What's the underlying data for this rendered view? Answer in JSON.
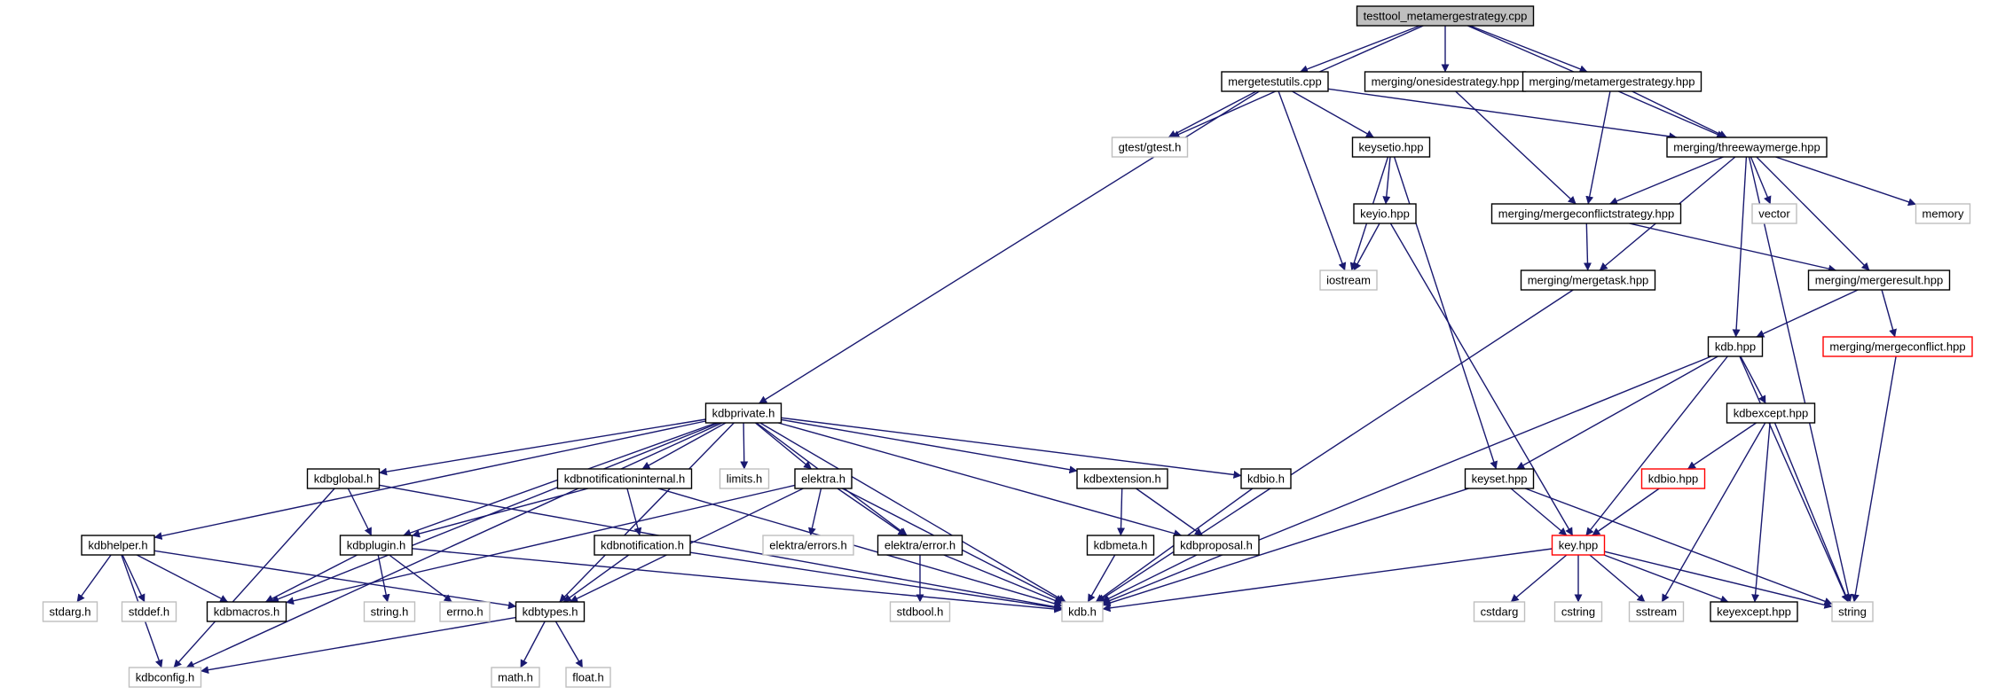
{
  "colors": {
    "edge": "#191970",
    "focus_fill": "#bfbfbf",
    "node_border": "#000000",
    "external_border": "#bfbfbf",
    "truncated_border": "#ff0000",
    "background": "#ffffff"
  },
  "nodes": [
    {
      "id": "testtool",
      "label": "testtool_metamergestrategy.cpp",
      "kind": "focus"
    },
    {
      "id": "mergetestutils",
      "label": "mergetestutils.cpp",
      "kind": "normal"
    },
    {
      "id": "onesidestrategy",
      "label": "merging/onesidestrategy.hpp",
      "kind": "normal"
    },
    {
      "id": "metamergestrategy",
      "label": "merging/metamergestrategy.hpp",
      "kind": "normal"
    },
    {
      "id": "gtest",
      "label": "gtest/gtest.h",
      "kind": "external"
    },
    {
      "id": "threewaymerge",
      "label": "merging/threewaymerge.hpp",
      "kind": "normal"
    },
    {
      "id": "keysetio",
      "label": "keysetio.hpp",
      "kind": "normal"
    },
    {
      "id": "mergeconflictstrategy",
      "label": "merging/mergeconflictstrategy.hpp",
      "kind": "normal"
    },
    {
      "id": "vector",
      "label": "vector",
      "kind": "external"
    },
    {
      "id": "memory",
      "label": "memory",
      "kind": "external"
    },
    {
      "id": "keyio",
      "label": "keyio.hpp",
      "kind": "normal"
    },
    {
      "id": "iostream",
      "label": "iostream",
      "kind": "external"
    },
    {
      "id": "mergetask",
      "label": "merging/mergetask.hpp",
      "kind": "normal"
    },
    {
      "id": "mergeresult",
      "label": "merging/mergeresult.hpp",
      "kind": "normal"
    },
    {
      "id": "kdbhpp",
      "label": "kdb.hpp",
      "kind": "normal"
    },
    {
      "id": "mergeconflict",
      "label": "merging/mergeconflict.hpp",
      "kind": "truncated"
    },
    {
      "id": "kdbprivate",
      "label": "kdbprivate.h",
      "kind": "normal"
    },
    {
      "id": "kdbexcept",
      "label": "kdbexcept.hpp",
      "kind": "normal"
    },
    {
      "id": "kdbglobal",
      "label": "kdbglobal.h",
      "kind": "normal"
    },
    {
      "id": "kdbnotificationinternal",
      "label": "kdbnotificationinternal.h",
      "kind": "normal"
    },
    {
      "id": "limits",
      "label": "limits.h",
      "kind": "external"
    },
    {
      "id": "elektrah",
      "label": "elektra.h",
      "kind": "normal"
    },
    {
      "id": "kdbextension",
      "label": "kdbextension.h",
      "kind": "normal"
    },
    {
      "id": "kdbio",
      "label": "kdbio.h",
      "kind": "normal"
    },
    {
      "id": "keyset",
      "label": "keyset.hpp",
      "kind": "normal"
    },
    {
      "id": "kdbiohpp",
      "label": "kdbio.hpp",
      "kind": "truncated"
    },
    {
      "id": "kdbhelper",
      "label": "kdbhelper.h",
      "kind": "normal"
    },
    {
      "id": "kdbplugin",
      "label": "kdbplugin.h",
      "kind": "normal"
    },
    {
      "id": "kdbnotification",
      "label": "kdbnotification.h",
      "kind": "normal"
    },
    {
      "id": "elektraerrors",
      "label": "elektra/errors.h",
      "kind": "external"
    },
    {
      "id": "elektraerror",
      "label": "elektra/error.h",
      "kind": "normal"
    },
    {
      "id": "kdbmeta",
      "label": "kdbmeta.h",
      "kind": "normal"
    },
    {
      "id": "kdbproposal",
      "label": "kdbproposal.h",
      "kind": "normal"
    },
    {
      "id": "keyhpp",
      "label": "key.hpp",
      "kind": "truncated"
    },
    {
      "id": "stdarg",
      "label": "stdarg.h",
      "kind": "external"
    },
    {
      "id": "stddef",
      "label": "stddef.h",
      "kind": "external"
    },
    {
      "id": "kdbmacros",
      "label": "kdbmacros.h",
      "kind": "normal"
    },
    {
      "id": "stringh",
      "label": "string.h",
      "kind": "external"
    },
    {
      "id": "errno",
      "label": "errno.h",
      "kind": "external"
    },
    {
      "id": "kdbtypes",
      "label": "kdbtypes.h",
      "kind": "normal"
    },
    {
      "id": "stdbool",
      "label": "stdbool.h",
      "kind": "external"
    },
    {
      "id": "kdbh",
      "label": "kdb.h",
      "kind": "external"
    },
    {
      "id": "cstdarg",
      "label": "cstdarg",
      "kind": "external"
    },
    {
      "id": "cstring",
      "label": "cstring",
      "kind": "external"
    },
    {
      "id": "sstream",
      "label": "sstream",
      "kind": "external"
    },
    {
      "id": "keyexcept",
      "label": "keyexcept.hpp",
      "kind": "normal"
    },
    {
      "id": "string",
      "label": "string",
      "kind": "external"
    },
    {
      "id": "mathh",
      "label": "math.h",
      "kind": "external"
    },
    {
      "id": "floath",
      "label": "float.h",
      "kind": "external"
    },
    {
      "id": "kdbconfig",
      "label": "kdbconfig.h",
      "kind": "external"
    }
  ],
  "edges": [
    [
      "testtool",
      "mergetestutils"
    ],
    [
      "testtool",
      "onesidestrategy"
    ],
    [
      "testtool",
      "metamergestrategy"
    ],
    [
      "testtool",
      "gtest"
    ],
    [
      "testtool",
      "threewaymerge"
    ],
    [
      "mergetestutils",
      "gtest"
    ],
    [
      "mergetestutils",
      "threewaymerge"
    ],
    [
      "mergetestutils",
      "keysetio"
    ],
    [
      "mergetestutils",
      "iostream"
    ],
    [
      "mergetestutils",
      "kdbprivate"
    ],
    [
      "onesidestrategy",
      "mergeconflictstrategy"
    ],
    [
      "metamergestrategy",
      "mergeconflictstrategy"
    ],
    [
      "metamergestrategy",
      "threewaymerge"
    ],
    [
      "threewaymerge",
      "mergeconflictstrategy"
    ],
    [
      "threewaymerge",
      "vector"
    ],
    [
      "threewaymerge",
      "memory"
    ],
    [
      "threewaymerge",
      "mergetask"
    ],
    [
      "threewaymerge",
      "mergeresult"
    ],
    [
      "threewaymerge",
      "kdbhpp"
    ],
    [
      "threewaymerge",
      "string"
    ],
    [
      "keysetio",
      "iostream"
    ],
    [
      "keysetio",
      "keyio"
    ],
    [
      "keysetio",
      "keyset"
    ],
    [
      "keyio",
      "iostream"
    ],
    [
      "keyio",
      "keyhpp"
    ],
    [
      "mergeconflictstrategy",
      "mergetask"
    ],
    [
      "mergeconflictstrategy",
      "mergeresult"
    ],
    [
      "mergetask",
      "kdbh"
    ],
    [
      "mergeresult",
      "kdbhpp"
    ],
    [
      "mergeresult",
      "mergeconflict"
    ],
    [
      "mergeconflict",
      "string"
    ],
    [
      "kdbhpp",
      "kdbexcept"
    ],
    [
      "kdbhpp",
      "keyset"
    ],
    [
      "kdbhpp",
      "keyhpp"
    ],
    [
      "kdbhpp",
      "kdbh"
    ],
    [
      "kdbhpp",
      "string"
    ],
    [
      "kdbexcept",
      "kdbiohpp"
    ],
    [
      "kdbexcept",
      "keyexcept"
    ],
    [
      "kdbexcept",
      "sstream"
    ],
    [
      "kdbexcept",
      "string"
    ],
    [
      "kdbiohpp",
      "keyhpp"
    ],
    [
      "keyset",
      "keyhpp"
    ],
    [
      "keyset",
      "kdbh"
    ],
    [
      "keyset",
      "string"
    ],
    [
      "keyhpp",
      "cstdarg"
    ],
    [
      "keyhpp",
      "cstring"
    ],
    [
      "keyhpp",
      "sstream"
    ],
    [
      "keyhpp",
      "keyexcept"
    ],
    [
      "keyhpp",
      "string"
    ],
    [
      "keyhpp",
      "kdbh"
    ],
    [
      "kdbprivate",
      "kdbhelper"
    ],
    [
      "kdbprivate",
      "kdbglobal"
    ],
    [
      "kdbprivate",
      "kdbnotificationinternal"
    ],
    [
      "kdbprivate",
      "limits"
    ],
    [
      "kdbprivate",
      "elektrah"
    ],
    [
      "kdbprivate",
      "kdbextension"
    ],
    [
      "kdbprivate",
      "kdbio"
    ],
    [
      "kdbprivate",
      "kdbplugin"
    ],
    [
      "kdbprivate",
      "kdbmacros"
    ],
    [
      "kdbprivate",
      "kdbtypes"
    ],
    [
      "kdbprivate",
      "elektraerror"
    ],
    [
      "kdbprivate",
      "kdbh"
    ],
    [
      "kdbprivate",
      "kdbproposal"
    ],
    [
      "kdbprivate",
      "kdbconfig"
    ],
    [
      "kdbglobal",
      "kdbplugin"
    ],
    [
      "kdbglobal",
      "kdbh"
    ],
    [
      "kdbglobal",
      "kdbconfig"
    ],
    [
      "kdbnotificationinternal",
      "kdbplugin"
    ],
    [
      "kdbnotificationinternal",
      "kdbnotification"
    ],
    [
      "kdbnotificationinternal",
      "kdbh"
    ],
    [
      "elektrah",
      "kdbmacros"
    ],
    [
      "elektrah",
      "kdbtypes"
    ],
    [
      "elektrah",
      "elektraerrors"
    ],
    [
      "elektrah",
      "elektraerror"
    ],
    [
      "elektrah",
      "kdbh"
    ],
    [
      "kdbextension",
      "kdbmeta"
    ],
    [
      "kdbextension",
      "kdbproposal"
    ],
    [
      "kdbio",
      "kdbh"
    ],
    [
      "kdbhelper",
      "stdarg"
    ],
    [
      "kdbhelper",
      "stddef"
    ],
    [
      "kdbhelper",
      "kdbmacros"
    ],
    [
      "kdbhelper",
      "kdbtypes"
    ],
    [
      "kdbhelper",
      "kdbconfig"
    ],
    [
      "kdbplugin",
      "kdbmacros"
    ],
    [
      "kdbplugin",
      "stringh"
    ],
    [
      "kdbplugin",
      "errno"
    ],
    [
      "kdbplugin",
      "kdbh"
    ],
    [
      "kdbnotification",
      "kdbtypes"
    ],
    [
      "kdbnotification",
      "kdbh"
    ],
    [
      "elektraerror",
      "stdbool"
    ],
    [
      "elektraerror",
      "kdbh"
    ],
    [
      "kdbmeta",
      "kdbh"
    ],
    [
      "kdbproposal",
      "kdbh"
    ],
    [
      "kdbtypes",
      "mathh"
    ],
    [
      "kdbtypes",
      "floath"
    ],
    [
      "kdbtypes",
      "kdbconfig"
    ]
  ]
}
